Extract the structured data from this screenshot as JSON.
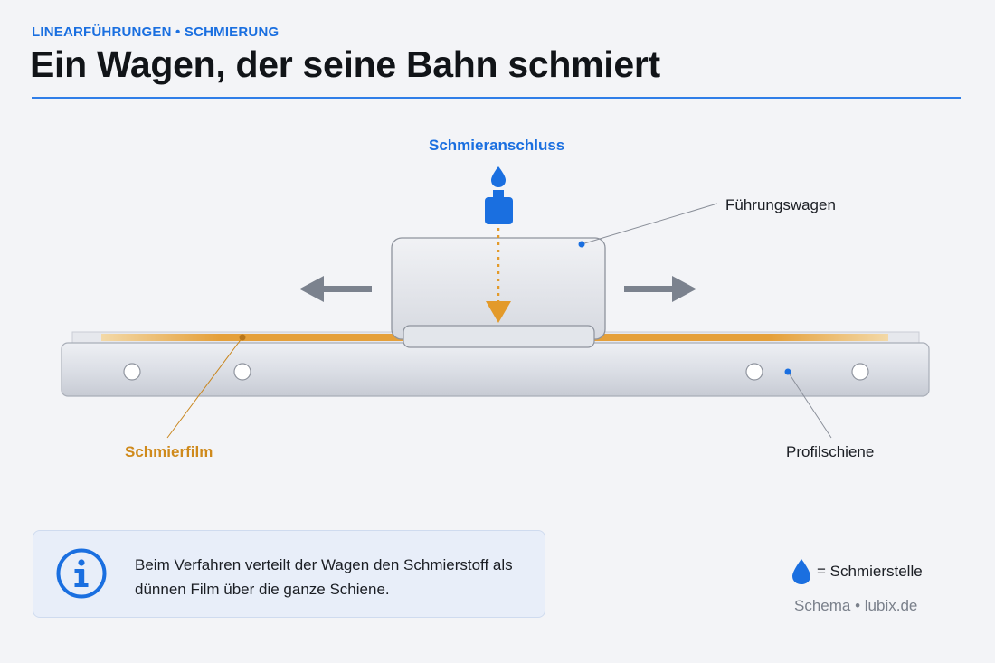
{
  "header": {
    "eyebrow": "LINEARFÜHRUNGEN • SCHMIERUNG",
    "title": "Ein Wagen, der seine Bahn schmiert"
  },
  "diagram": {
    "labels": {
      "lube_port": "Schmieranschluss",
      "carriage": "Führungswagen",
      "lube_film": "Schmierfilm",
      "rail": "Profilschiene"
    },
    "motion": [
      "left",
      "right"
    ],
    "icons": [
      "drop-icon",
      "grease-nipple-icon",
      "arrow-left-icon",
      "arrow-right-icon",
      "arrow-down-icon"
    ],
    "colors": {
      "accent_blue": "#1a6fe0",
      "lube_orange": "#e39a2a",
      "rail_gray": "#d9dce3",
      "arrow_gray": "#7b828e"
    }
  },
  "info": {
    "icon": "info-icon",
    "text": "Beim Verfahren verteilt der Wagen den Schmierstoff als dünnen Film über die ganze Schiene."
  },
  "legend": {
    "icon": "drop-icon",
    "text": "= Schmierstelle"
  },
  "credit": "Schema • lubix.de"
}
